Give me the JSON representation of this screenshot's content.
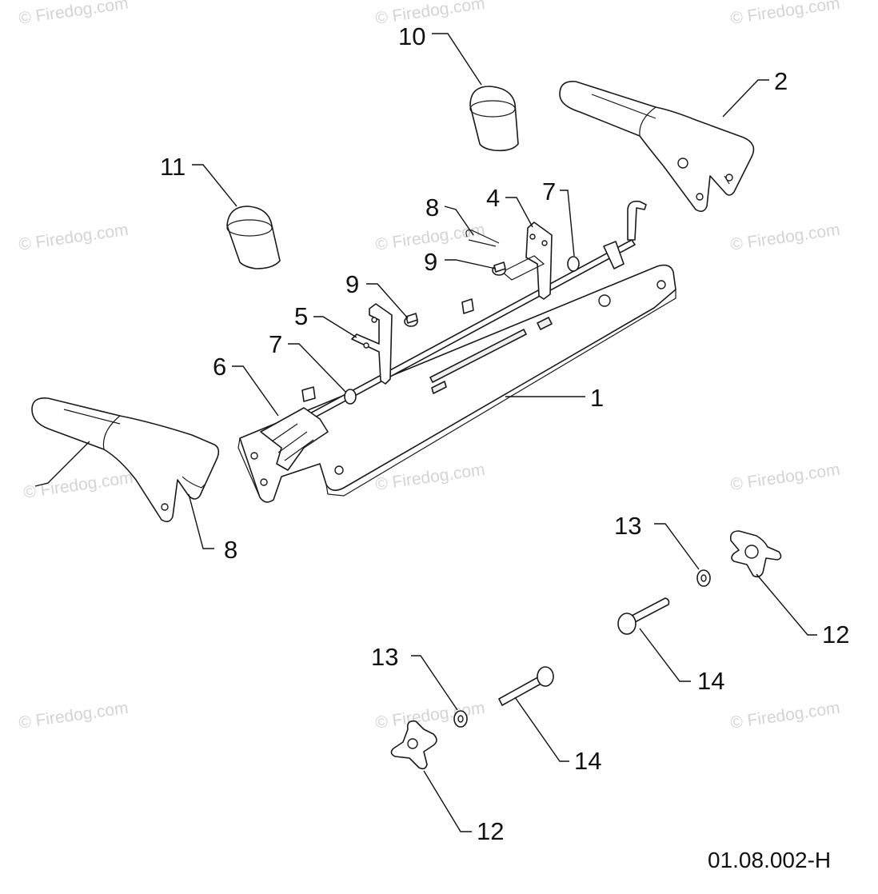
{
  "watermark": "© Firedog.com",
  "drawing_code": "01.08.002-H",
  "callouts": {
    "c1": "1",
    "c2": "2",
    "c4": "4",
    "c5": "5",
    "c6": "6",
    "c7a": "7",
    "c7b": "7",
    "c8a": "8",
    "c8b": "8",
    "c9a": "9",
    "c9b": "9",
    "c10": "10",
    "c11": "11",
    "c12a": "12",
    "c12b": "12",
    "c13a": "13",
    "c13b": "13",
    "c14a": "14",
    "c14b": "14"
  }
}
